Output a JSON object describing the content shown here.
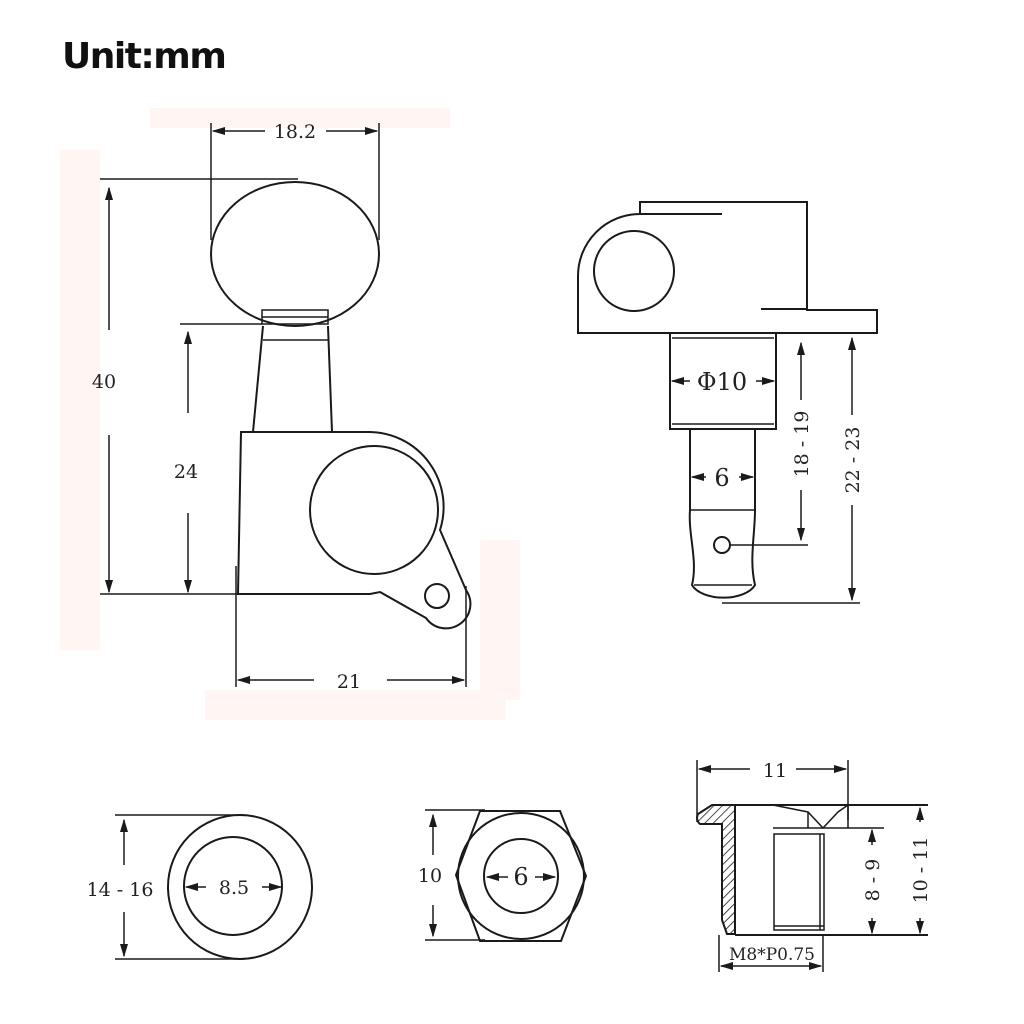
{
  "header": {
    "title": "Unit:mm"
  },
  "views": {
    "side_view": {
      "knob_width": "18.2",
      "total_height": "40",
      "post_height": "24",
      "body_width": "21"
    },
    "front_view": {
      "bushing_diameter": "Φ10",
      "post_diameter": "6",
      "post_length_range": "18 - 19",
      "total_length_range": "22 - 23"
    },
    "washer": {
      "outer_diameter_range": "14 - 16",
      "inner_diameter": "8.5"
    },
    "hex_nut": {
      "across_flats": "10",
      "inner_diameter": "6"
    },
    "bushing_section": {
      "flange_diameter": "11",
      "thread_length_range": "8 - 9",
      "total_length_range": "10 - 11",
      "thread_spec": "M8*P0.75"
    }
  }
}
